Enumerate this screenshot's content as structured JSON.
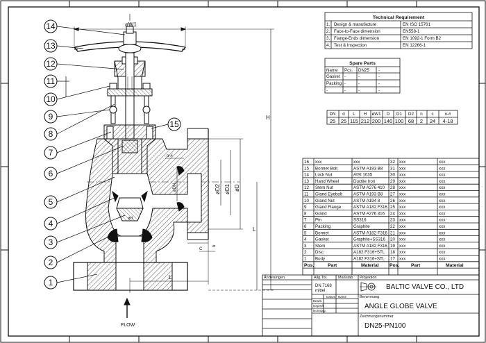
{
  "tech_requirement": {
    "title": "Technical Requirement",
    "rows": [
      {
        "no": "1.",
        "item": "Design & manufacture",
        "std": "EN ISO 15761"
      },
      {
        "no": "2.",
        "item": "Face-to-Face dimension",
        "std": "EN558-1"
      },
      {
        "no": "3.",
        "item": "Flange-Ends dimension",
        "std": "EN 1092-1 Form B2"
      },
      {
        "no": "4.",
        "item": "Test & Inspection",
        "std": "EN 12266-1"
      }
    ]
  },
  "spare_parts": {
    "title": "Spare Parts",
    "headers": [
      "Name",
      "Pcs.",
      "DN25",
      "-"
    ],
    "rows": [
      [
        "Gasket",
        "-",
        "-",
        "-"
      ],
      [
        "Packing",
        "-",
        "-",
        "-"
      ],
      [
        "-",
        "-",
        "-",
        "-"
      ]
    ]
  },
  "dimensions": {
    "headers": [
      "DN",
      "d",
      "L",
      "H",
      "øW1",
      "D",
      "D1",
      "D2",
      "n",
      "c",
      "n-#"
    ],
    "values": [
      "25",
      "25",
      "115",
      "212",
      "200",
      "140",
      "100",
      "68",
      "2",
      "24",
      "4-18"
    ]
  },
  "parts_list": {
    "left_rows": [
      {
        "pos": "16",
        "part": "xxx",
        "material": "xxx"
      },
      {
        "pos": "15",
        "part": "Bonnet Bolt",
        "material": "ASTM A193 B8"
      },
      {
        "pos": "14",
        "part": "Lock Nut",
        "material": "AISI 1035"
      },
      {
        "pos": "13",
        "part": "Hand Wheel",
        "material": "Ductile Iron"
      },
      {
        "pos": "12",
        "part": "Stem Nut",
        "material": "ASTM A276 410"
      },
      {
        "pos": "11",
        "part": "Gland Eyebolt",
        "material": "ASTM A193 B8"
      },
      {
        "pos": "10",
        "part": "Gland Nut",
        "material": "ASTM A194 8"
      },
      {
        "pos": "9",
        "part": "Gland Flange",
        "material": "ASTM A182 F316"
      },
      {
        "pos": "8",
        "part": "Gland",
        "material": "ASTM A276 316"
      },
      {
        "pos": "7",
        "part": "Pin",
        "material": "SS316"
      },
      {
        "pos": "6",
        "part": "Packing",
        "material": "Graphite"
      },
      {
        "pos": "5",
        "part": "Bonnet",
        "material": "ASTM A182 F316"
      },
      {
        "pos": "4",
        "part": "Gasket",
        "material": "Graphite+SS316"
      },
      {
        "pos": "3",
        "part": "Stem",
        "material": "ASTM A182 F316"
      },
      {
        "pos": "2",
        "part": "Disc",
        "material": "A182 F316+STL"
      },
      {
        "pos": "1",
        "part": "Body",
        "material": "A182 F316+STL"
      }
    ],
    "right_rows": [
      {
        "pos": "32",
        "part": "xxx",
        "material": "xxx"
      },
      {
        "pos": "31",
        "part": "xxx",
        "material": "xxx"
      },
      {
        "pos": "30",
        "part": "xxx",
        "material": "xxx"
      },
      {
        "pos": "29",
        "part": "xxx",
        "material": "xxx"
      },
      {
        "pos": "28",
        "part": "xxx",
        "material": "xxx"
      },
      {
        "pos": "27",
        "part": "xxx",
        "material": "xxx"
      },
      {
        "pos": "26",
        "part": "xxx",
        "material": "xxx"
      },
      {
        "pos": "25",
        "part": "xxx",
        "material": "xxx"
      },
      {
        "pos": "24",
        "part": "xxx",
        "material": "xxx"
      },
      {
        "pos": "23",
        "part": "xxx",
        "material": "xxx"
      },
      {
        "pos": "22",
        "part": "xxx",
        "material": "xxx"
      },
      {
        "pos": "21",
        "part": "xxx",
        "material": "xxx"
      },
      {
        "pos": "20",
        "part": "xxx",
        "material": "xxx"
      },
      {
        "pos": "19",
        "part": "xxx",
        "material": "xxx"
      },
      {
        "pos": "18",
        "part": "xxx",
        "material": "xxx"
      },
      {
        "pos": "17",
        "part": "xxx",
        "material": "xxx"
      }
    ],
    "header": {
      "pos": "Pos.",
      "part": "Part",
      "material": "Material"
    }
  },
  "title_block": {
    "aenderungen": "Änderungen",
    "allg_tol": "Allg.Tol.",
    "tol_std": "DN 7168",
    "tol_class": "mittel",
    "massstab": "Maßstab",
    "projektion": "Projektion",
    "company": "BALTIC VALVE CO., LTD",
    "datum": "Datum",
    "name": "Name",
    "benennung": "Benennung",
    "bearb": "Bearb.",
    "gepruft": "Geprüft",
    "normpr": "Normprg.",
    "product_title": "ANGLE GLOBE VALVE",
    "zeichnungsnummer": "Zeichnungsnummer",
    "drawing_number": "DN25-PN100"
  },
  "drawing": {
    "dim_W1": "øW1",
    "dim_H": "H",
    "dim_L_vertical": "L",
    "dim_L_horizontal": "L",
    "dim_D2": "øD2",
    "dim_D1": "øD1",
    "dim_D": "øD",
    "dim_DN": "øDN",
    "dim_d": "ød",
    "dim_c": "C",
    "dim_b": "b",
    "dim_n": "n-#",
    "flow_label": "FLOW",
    "callouts": [
      "1",
      "2",
      "3",
      "4",
      "5",
      "6",
      "7",
      "8",
      "9",
      "10",
      "11",
      "12",
      "13",
      "14",
      "15"
    ]
  },
  "colors": {
    "ink": "#111111",
    "paper": "#ffffff"
  }
}
